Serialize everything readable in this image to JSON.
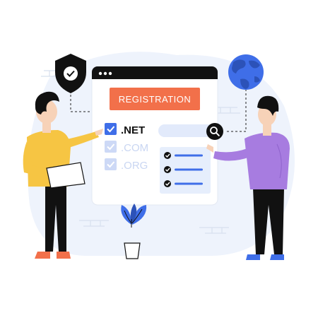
{
  "registration": {
    "title": "REGISTRATION"
  },
  "domains": [
    {
      "label": ".NET",
      "checked": true,
      "active": true
    },
    {
      "label": ".COM",
      "checked": true,
      "active": false
    },
    {
      "label": ".ORG",
      "checked": true,
      "active": false
    }
  ],
  "colors": {
    "accent_orange": "#f2704a",
    "accent_blue": "#3f6ee8",
    "light_blue": "#e6eefc",
    "dark": "#111111",
    "yellow_shirt": "#f6c543",
    "purple_shirt": "#a77ce0"
  },
  "icons": {
    "shield": "shield-check-icon",
    "globe": "globe-icon",
    "search": "search-icon",
    "plant": "potted-plant-icon"
  }
}
